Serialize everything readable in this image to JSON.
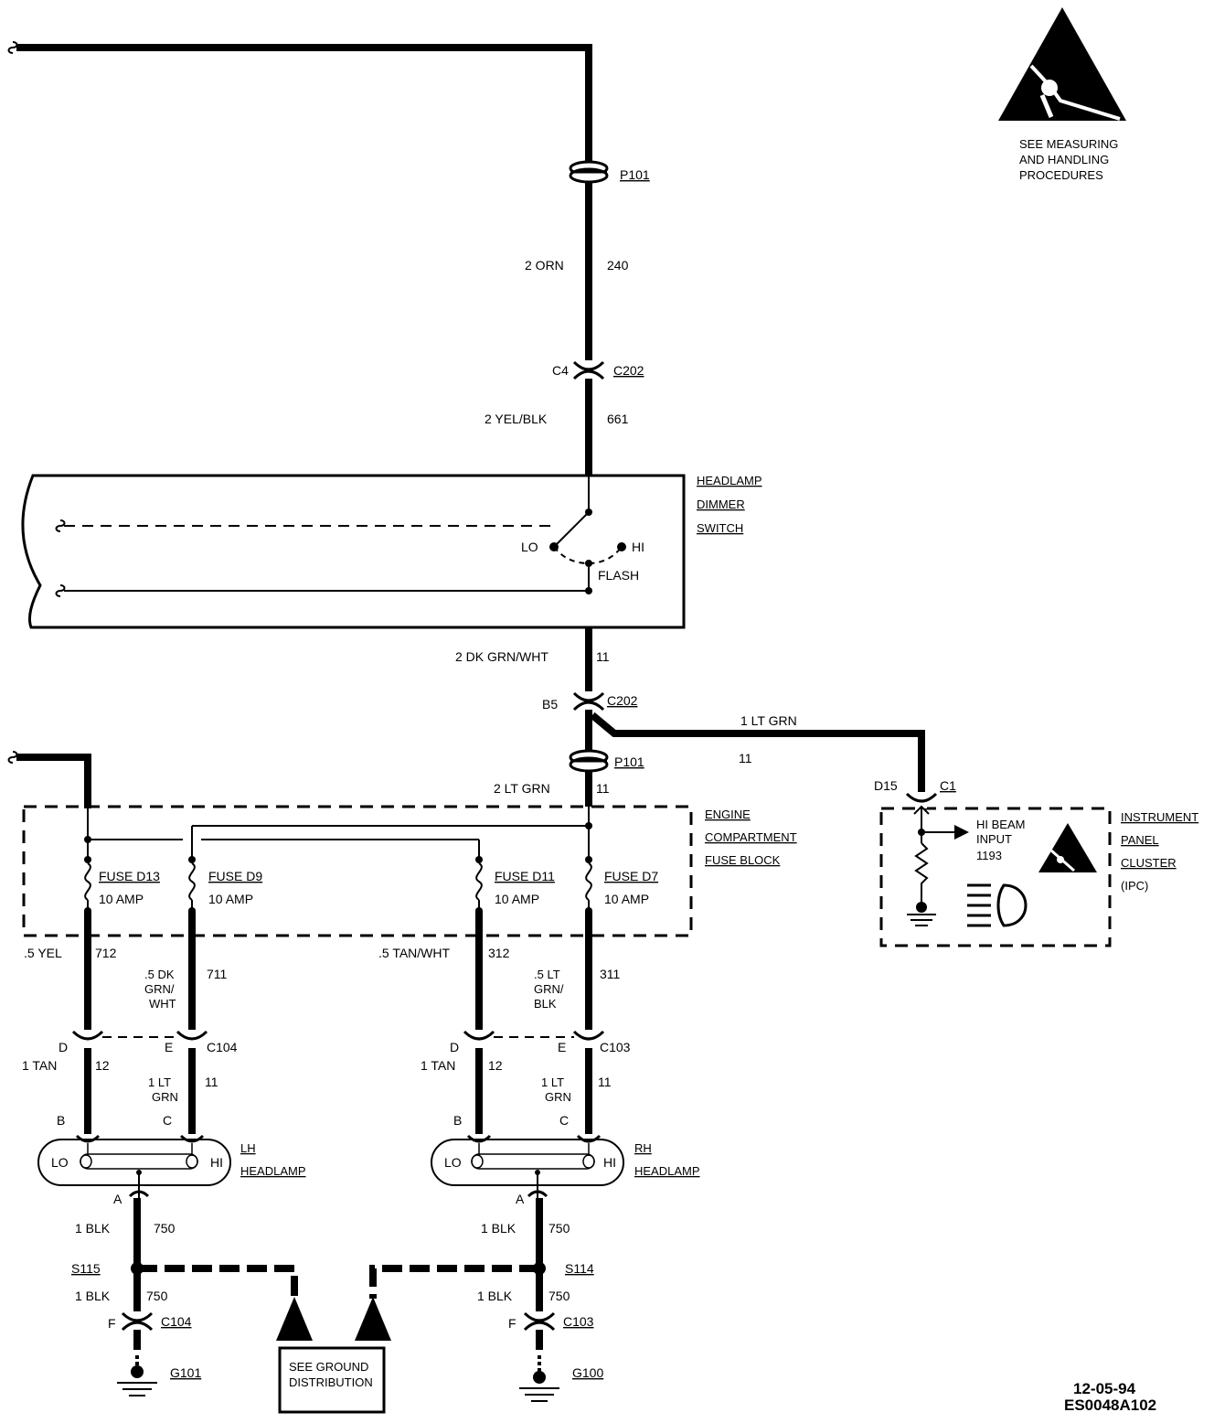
{
  "esd_notice": [
    "SEE MEASURING",
    "AND HANDLING",
    "PROCEDURES"
  ],
  "top": {
    "p101": "P101",
    "wire_240_color": "2 ORN",
    "wire_240_num": "240",
    "c202_pin_c4": "C4",
    "c202": "C202",
    "wire_661_color": "2 YEL/BLK",
    "wire_661_num": "661"
  },
  "dimmer_switch": {
    "title": [
      "HEADLAMP",
      "DIMMER",
      "SWITCH"
    ],
    "lo": "LO",
    "hi": "HI",
    "flash": "FLASH"
  },
  "middle": {
    "wire_11_color": "2 DK GRN/WHT",
    "wire_11_num": "11",
    "c202_pin_b5": "B5",
    "c202": "C202",
    "p101": "P101",
    "lt_grn_color": "2 LT GRN",
    "lt_grn_num": "11",
    "ipc_wire_color": "1 LT GRN",
    "ipc_wire_num": "11"
  },
  "fuse_block": {
    "title": [
      "ENGINE",
      "COMPARTMENT",
      "FUSE BLOCK"
    ],
    "fuses": [
      {
        "name": "FUSE D13",
        "rating": "10 AMP"
      },
      {
        "name": "FUSE D9",
        "rating": "10 AMP"
      },
      {
        "name": "FUSE D11",
        "rating": "10 AMP"
      },
      {
        "name": "FUSE D7",
        "rating": "10 AMP"
      }
    ]
  },
  "ipc": {
    "pin": "D15",
    "connector": "C1",
    "input": [
      "HI BEAM",
      "INPUT",
      "1193"
    ],
    "title": [
      "INSTRUMENT",
      "PANEL",
      "CLUSTER",
      "(IPC)"
    ]
  },
  "fuse_outputs": {
    "w712_color": ".5 YEL",
    "w712_num": "712",
    "w711_color": [
      ".5 DK",
      "GRN/",
      "WHT"
    ],
    "w711_num": "711",
    "w312_color": ".5 TAN/WHT",
    "w312_num": "312",
    "w311_color": [
      ".5 LT",
      "GRN/",
      "BLK"
    ],
    "w311_num": "311"
  },
  "lh": {
    "pin_d": "D",
    "pin_e": "E",
    "connector": "C104",
    "wire12_color": "1 TAN",
    "wire12_num": "12",
    "wire11_color": [
      "1 LT",
      "GRN"
    ],
    "wire11_num": "11",
    "pin_b": "B",
    "pin_c": "C",
    "lo": "LO",
    "hi": "HI",
    "title": [
      "LH",
      "HEADLAMP"
    ],
    "pin_a": "A",
    "gnd_color": "1 BLK",
    "gnd_num": "750",
    "splice": "S115",
    "gnd2_color": "1 BLK",
    "gnd2_num": "750",
    "pin_f": "F",
    "connector2": "C104",
    "ground": "G101"
  },
  "rh": {
    "pin_d": "D",
    "pin_e": "E",
    "connector": "C103",
    "wire12_color": "1 TAN",
    "wire12_num": "12",
    "wire11_color": [
      "1 LT",
      "GRN"
    ],
    "wire11_num": "11",
    "pin_b": "B",
    "pin_c": "C",
    "lo": "LO",
    "hi": "HI",
    "title": [
      "RH",
      "HEADLAMP"
    ],
    "pin_a": "A",
    "gnd_color": "1 BLK",
    "gnd_num": "750",
    "splice": "S114",
    "gnd2_color": "1 BLK",
    "gnd2_num": "750",
    "pin_f": "F",
    "connector2": "C103",
    "ground": "G100"
  },
  "ground_box": [
    "SEE GROUND",
    "DISTRIBUTION"
  ],
  "footer": {
    "date": "12-05-94",
    "code": "ES0048A102"
  }
}
